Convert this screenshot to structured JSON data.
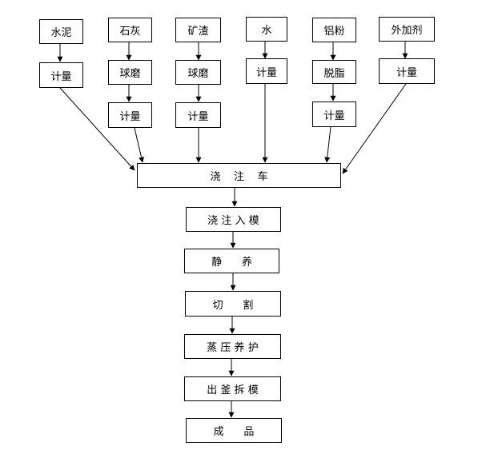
{
  "colors": {
    "line": "#000000",
    "box_fill": "#ffffff",
    "text": "#000000"
  },
  "inputs": {
    "cement": "水泥",
    "lime": "石灰",
    "slag": "矿渣",
    "water": "水",
    "aluminum": "铝粉",
    "additive": "外加剂"
  },
  "steps": {
    "cement_meter": "计量",
    "lime_mill": "球磨",
    "lime_meter": "计量",
    "slag_mill": "球磨",
    "slag_meter": "计量",
    "water_meter": "计量",
    "aluminum_degrease": "脱脂",
    "aluminum_meter": "计量",
    "additive_meter": "计量"
  },
  "main": {
    "pour_car": "浇    注    车",
    "pour_mold": "浇 注 入 模",
    "static_cure": "静      养",
    "cutting": "切      割",
    "steam_cure": "蒸 压 养 护",
    "demold": "出 釜 拆 模",
    "product": "成      品"
  }
}
